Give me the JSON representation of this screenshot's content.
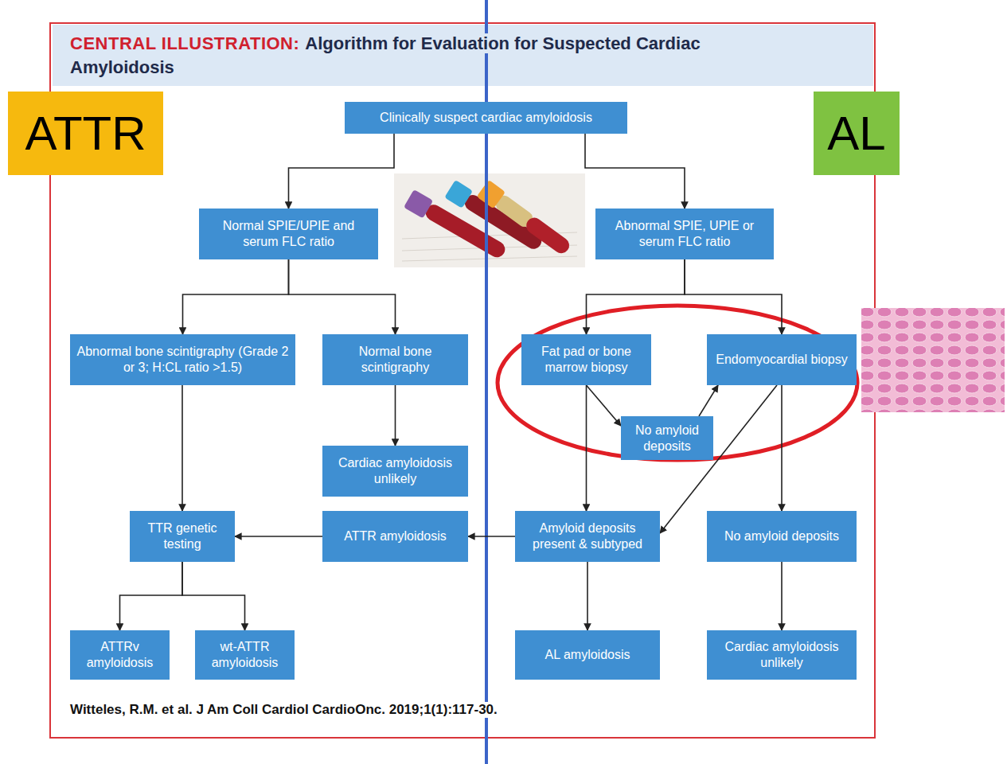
{
  "diagram": {
    "title": "Algorithm for Evaluation for Suspected Cardiac Amyloidosis",
    "caption": "Witteles, R.M. et al. J Am Coll Cardiol CardioOnc. 2019;1(1):117-30.",
    "nodes": [
      {
        "text": [
          "ATTR"
        ]
      },
      {
        "text": [
          "Clinically suspect cardiac amyloidosis"
        ]
      },
      {
        "text": [
          "AL"
        ]
      },
      {
        "text": [
          "Normal SPIE/UPIE and serum FLC ratio"
        ]
      },
      {
        "text": [
          "Abnormal SPIE, UPIE or serum FLC ratio"
        ]
      },
      {
        "text": [
          "Abnormal bone scintigraphy (Grade 2 or 3; H:CL ratio >1.5)"
        ]
      },
      {
        "text": [
          "Normal bone scintigraphy"
        ]
      },
      {
        "text": [
          "Fat pad or bone marrow biopsy"
        ]
      },
      {
        "text": [
          "Endomyocardial biopsy"
        ]
      },
      {
        "text": [
          "No amyloid deposits"
        ]
      },
      {
        "text": [
          "Cardiac amyloidosis unlikely"
        ]
      },
      {
        "text": [
          "TTR genetic testing"
        ]
      },
      {
        "text": [
          "ATTR amyloidosis"
        ]
      },
      {
        "text": [
          "Amyloid deposits present & subtyped"
        ]
      },
      {
        "text": [
          "No amyloid deposits"
        ]
      },
      {
        "text": [
          "ATTRv amyloidosis"
        ]
      },
      {
        "text": [
          "wt-ATTR amyloidosis"
        ]
      },
      {
        "text": [
          "AL amyloidosis"
        ]
      },
      {
        "text": [
          "Cardiac amyloidosis unlikely"
        ]
      }
    ],
    "edges": [
      {
        "from": 1,
        "to": 3,
        "arrow": "to"
      },
      {
        "from": 1,
        "to": 4,
        "arrow": "to"
      },
      {
        "from": 3,
        "to": 5,
        "arrow": "to"
      },
      {
        "from": 3,
        "to": 6,
        "arrow": "to"
      },
      {
        "from": 4,
        "to": 7,
        "arrow": "to"
      },
      {
        "from": 4,
        "to": 8,
        "arrow": "to"
      },
      {
        "from": 5,
        "to": 11,
        "arrow": "to"
      },
      {
        "from": 6,
        "to": 10,
        "arrow": "to"
      },
      {
        "from": 7,
        "to": 9,
        "arrow": "to"
      },
      {
        "from": 9,
        "to": 8,
        "arrow": "to"
      },
      {
        "from": 7,
        "to": 13,
        "arrow": "to"
      },
      {
        "from": 8,
        "to": 13,
        "arrow": "to"
      },
      {
        "from": 8,
        "to": 14,
        "arrow": "to"
      },
      {
        "from": 13,
        "to": 12,
        "arrow": "to"
      },
      {
        "from": 12,
        "to": 11,
        "arrow": "to"
      },
      {
        "from": 11,
        "to": 15,
        "arrow": "to"
      },
      {
        "from": 11,
        "to": 16,
        "arrow": "to"
      },
      {
        "from": 13,
        "to": 17,
        "arrow": "to"
      },
      {
        "from": 14,
        "to": 18,
        "arrow": "to"
      }
    ],
    "labels": [
      "CENTRAL ILLUSTRATION:"
    ]
  }
}
